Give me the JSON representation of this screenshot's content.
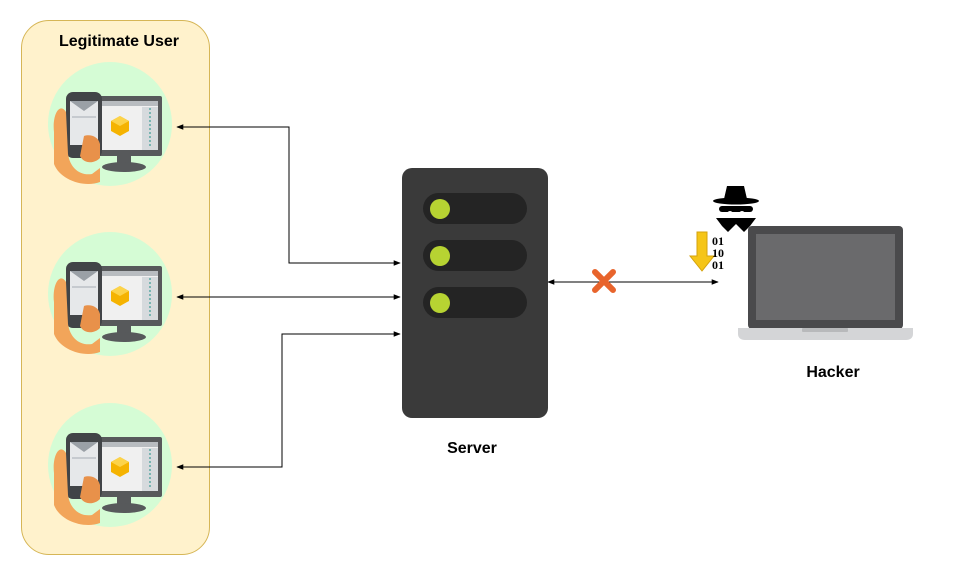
{
  "labels": {
    "legitimate_user": "Legitimate User",
    "server": "Server",
    "hacker": "Hacker"
  },
  "hacker_binary": [
    "01",
    "10",
    "01"
  ],
  "colors": {
    "user_panel_fill": "#fff2cc",
    "user_panel_stroke": "#d6b656",
    "device_circle": "#d5fcd5",
    "server_body": "#3a3a3a",
    "server_slot": "#242424",
    "server_led": "#b7d332",
    "blocked_x": "#e8642c",
    "download_arrow": "#f5c518",
    "connector": "#000000"
  },
  "icons": {
    "user_device": "phone-and-monitor-icon",
    "server": "server-icon",
    "blocked": "cross-icon",
    "hacker": "spy-icon",
    "laptop": "laptop-icon",
    "download": "download-arrow-icon"
  }
}
